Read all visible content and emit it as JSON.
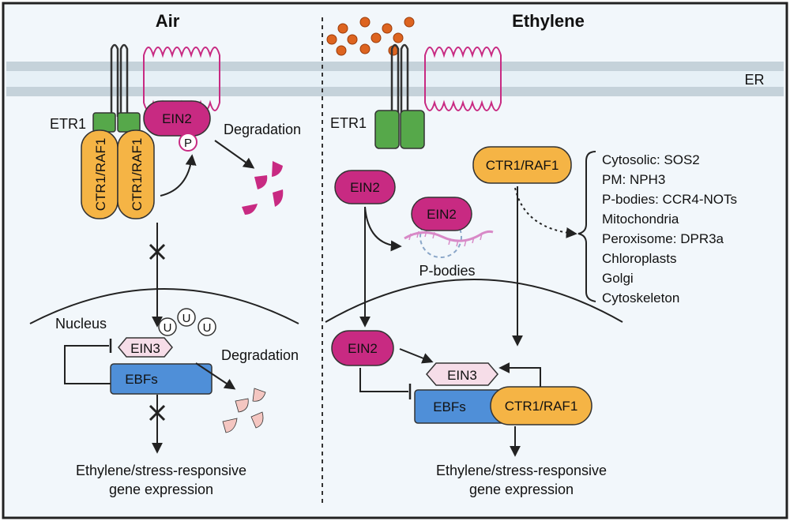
{
  "titles": {
    "left": "Air",
    "right": "Ethylene"
  },
  "er_label": "ER",
  "left": {
    "receptor": "ETR1",
    "ein2": "EIN2",
    "phospho": "P",
    "ctr1_a": "CTR1/RAF1",
    "ctr1_b": "CTR1/RAF1",
    "degradation_top": "Degradation",
    "nucleus": "Nucleus",
    "ub": [
      "U",
      "U",
      "U"
    ],
    "ein3": "EIN3",
    "ebfs": "EBFs",
    "degradation_bottom": "Degradation",
    "output_line1": "Ethylene/stress-responsive",
    "output_line2": "gene expression"
  },
  "right": {
    "receptor": "ETR1",
    "ctr1_cyto": "CTR1/RAF1",
    "ein2_free": "EIN2",
    "ein2_pbody": "EIN2",
    "pbodies": "P-bodies",
    "ein2_nuclear": "EIN2",
    "ein3": "EIN3",
    "ebfs": "EBFs",
    "ctr1_nuclear": "CTR1/RAF1",
    "output_line1": "Ethylene/stress-responsive",
    "output_line2": "gene expression",
    "locations": [
      "Cytosolic: SOS2",
      "PM: NPH3",
      "P-bodies: CCR4-NOTs",
      "Mitochondria",
      "Peroxisome: DPR3a",
      "Chloroplasts",
      "Golgi",
      "Cytoskeleton"
    ]
  },
  "colors": {
    "background": "#f2f7fb",
    "membrane": "#c5d2da",
    "etr1": "#56a84a",
    "ctr1": "#f5b445",
    "ein2": "#c82a82",
    "ein3": "#f6dde8",
    "ebfs": "#4f8fd8",
    "ethylene_dot": "#dd6420",
    "degradation_top": "#c82a82",
    "degradation_bottom": "#f4c6c1"
  }
}
